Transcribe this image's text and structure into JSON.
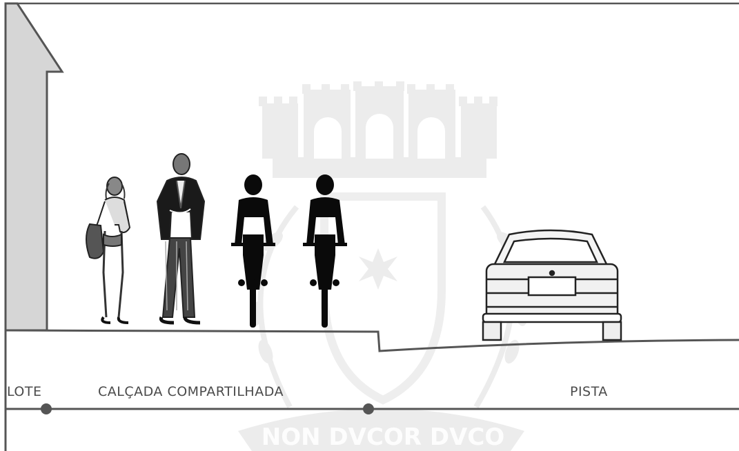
{
  "labels": {
    "lote": "LOTE",
    "calcada": "CALÇADA COMPARTILHADA",
    "pista": "PISTA"
  },
  "watermark": {
    "motto": "NON DVCOR DVCO"
  },
  "colors": {
    "line": "#555555",
    "building_fill": "#d6d6d6",
    "silhouette": "#0a0a0a",
    "watermark": "#e9e9e9",
    "text": "#4a4a4a"
  },
  "icons": [
    "building-icon",
    "woman-pedestrian-icon",
    "man-pedestrian-icon",
    "cyclist-icon",
    "cyclist-icon",
    "car-rear-icon",
    "city-coat-of-arms-watermark"
  ]
}
